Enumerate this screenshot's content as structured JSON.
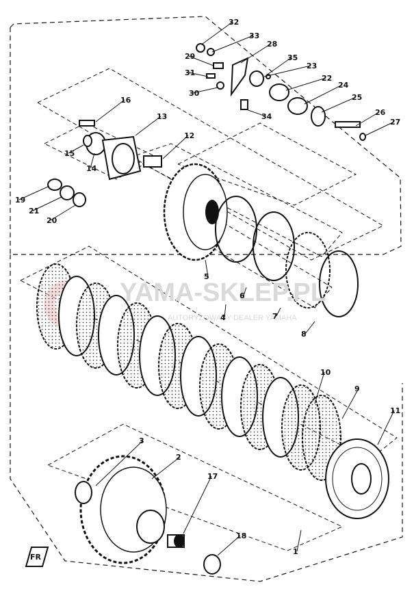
{
  "diagram": {
    "part_numbers": [
      "1",
      "2",
      "3",
      "4",
      "5",
      "6",
      "7",
      "8",
      "9",
      "10",
      "11",
      "12",
      "13",
      "14",
      "15",
      "16",
      "17",
      "18",
      "19",
      "20",
      "21",
      "22",
      "23",
      "24",
      "25",
      "26",
      "27",
      "28",
      "29",
      "30",
      "31",
      "32",
      "33",
      "34",
      "35"
    ],
    "watermark": {
      "main": "YAMA-SKLEP.PL",
      "sub": "AUTORYZOWANY DEALER YAMAHA"
    },
    "direction_badge": "FR"
  },
  "colors": {
    "ink": "#111111",
    "watermark": "#d9d9d9",
    "logo": "#f2c8c8"
  }
}
